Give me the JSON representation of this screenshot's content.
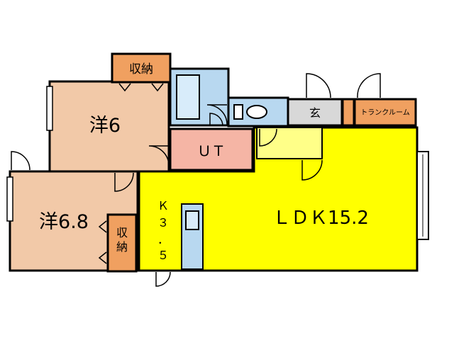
{
  "rooms": {
    "west_bedroom_upper": {
      "label": "洋6",
      "color": "#f2c9a8"
    },
    "west_bedroom_lower": {
      "label": "洋6.8",
      "color": "#f2c9a8"
    },
    "storage_top": {
      "label": "収納",
      "color": "#f0a060"
    },
    "storage_side": {
      "label": "収納",
      "color": "#f0a060"
    },
    "utility": {
      "label": "ＵＴ",
      "color": "#f5b5a5"
    },
    "entrance": {
      "label": "玄",
      "color": "#d8d8d8"
    },
    "trunk_room": {
      "label": "トランクルーム",
      "color": "#f0a060"
    },
    "kitchen": {
      "label_k": "Ｋ",
      "label_3": "３",
      "label_dot": "．",
      "label_5": "５",
      "color": "#ffff00"
    },
    "ldk": {
      "label": "ＬＤＫ15.2",
      "color": "#ffff00"
    },
    "bath": {
      "color": "#b8d8f0"
    },
    "toilet": {
      "color": "#b8d8f0"
    },
    "hall": {
      "color": "#ffff88"
    }
  }
}
